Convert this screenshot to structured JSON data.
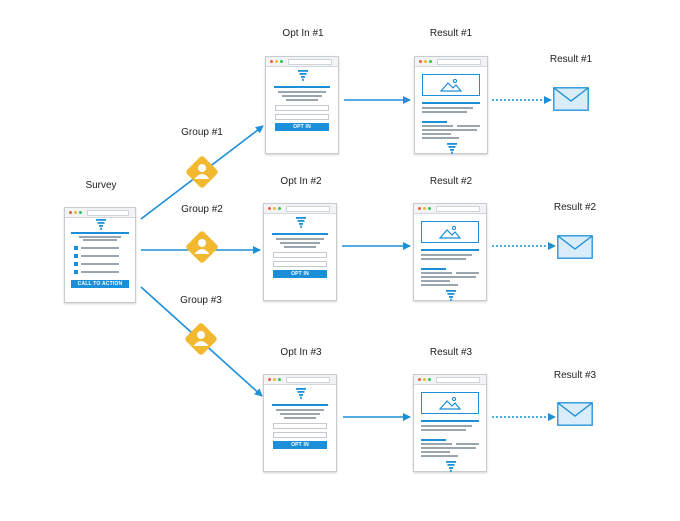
{
  "survey": {
    "title": "Survey",
    "cta_label": "CALL TO ACTION"
  },
  "groups": [
    {
      "label": "Group #1"
    },
    {
      "label": "Group #2"
    },
    {
      "label": "Group #3"
    }
  ],
  "optins": [
    {
      "title": "Opt In #1",
      "button_label": "OPT IN"
    },
    {
      "title": "Opt In #2",
      "button_label": "OPT IN"
    },
    {
      "title": "Opt In #3",
      "button_label": "OPT IN"
    }
  ],
  "results": [
    {
      "title": "Result #1",
      "email_title": "Result #1"
    },
    {
      "title": "Result #2",
      "email_title": "Result #2"
    },
    {
      "title": "Result #3",
      "email_title": "Result #3"
    }
  ],
  "colors": {
    "accent_blue": "#1b8fd8",
    "group_badge": "#f2b830",
    "envelope_fill": "#d8ecf9"
  },
  "icons": {
    "funnel": "funnel-icon",
    "person": "person-icon",
    "envelope": "envelope-icon",
    "image": "image-placeholder-icon"
  }
}
